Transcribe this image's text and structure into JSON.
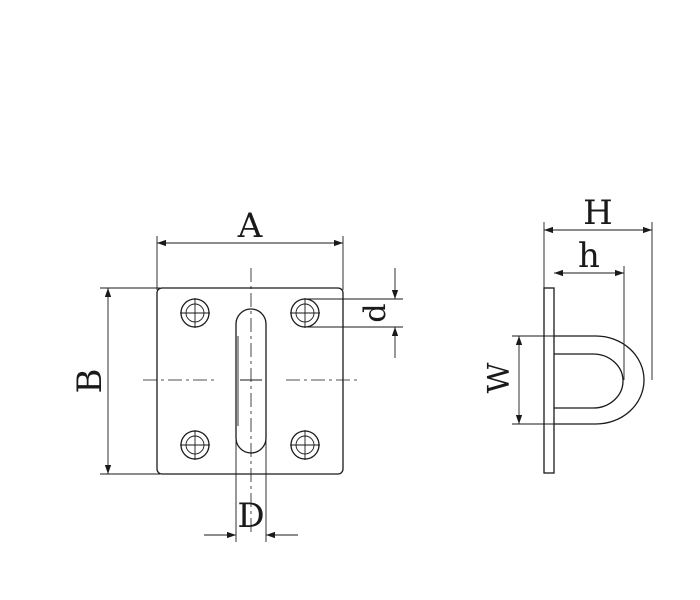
{
  "labels": {
    "A": "A",
    "B": "B",
    "d": "d",
    "D": "D",
    "H": "H",
    "h": "h",
    "W": "W"
  },
  "colors": {
    "stroke": "#1a1a1a",
    "background": "#ffffff"
  }
}
